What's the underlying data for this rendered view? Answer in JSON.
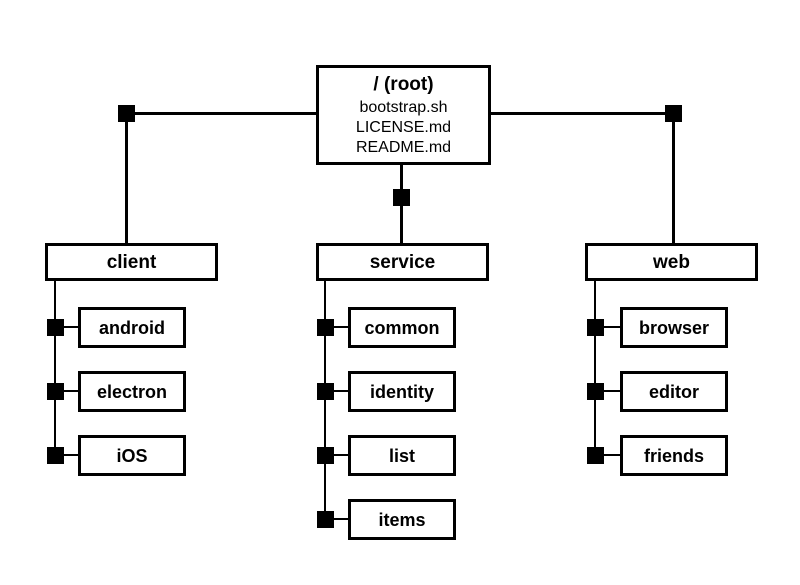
{
  "diagram": {
    "type": "directory-tree",
    "title_text": "/ (root)",
    "root": {
      "label": "/ (root)",
      "files": [
        "bootstrap.sh",
        "LICENSE.md",
        "README.md"
      ]
    },
    "branches": [
      {
        "label": "client",
        "children": [
          "android",
          "electron",
          "iOS"
        ]
      },
      {
        "label": "service",
        "children": [
          "common",
          "identity",
          "list",
          "items"
        ]
      },
      {
        "label": "web",
        "children": [
          "browser",
          "editor",
          "friends"
        ]
      }
    ],
    "colors": {
      "line": "#000000",
      "box_fill": "#ffffff",
      "text": "#000000",
      "background": "#ffffff"
    }
  }
}
